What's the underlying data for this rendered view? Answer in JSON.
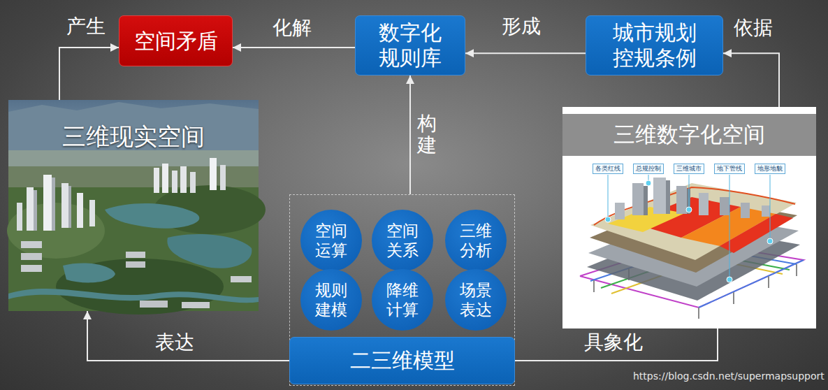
{
  "diagram": {
    "nodes": [
      {
        "text": [
          "空间矛盾"
        ]
      },
      {
        "text": [
          "数字化 规则库"
        ]
      },
      {
        "text": [
          "城市规划 控规条例"
        ]
      },
      {
        "text": [
          "三维现实空间"
        ]
      },
      {
        "text": [
          "三维数字化空间"
        ]
      },
      {
        "text": []
      },
      {
        "text": [
          "空间 运算"
        ],
        "in": 5
      },
      {
        "text": [
          "空间 关系"
        ],
        "in": 5
      },
      {
        "text": [
          "三维 分析"
        ],
        "in": 5
      },
      {
        "text": [
          "规则 建模"
        ],
        "in": 5
      },
      {
        "text": [
          "降维 计算"
        ],
        "in": 5
      },
      {
        "text": [
          "场景 表达"
        ],
        "in": 5
      },
      {
        "text": [
          "二三维模型"
        ],
        "in": 5
      }
    ],
    "edges": [
      {
        "from": 3,
        "to": 0,
        "arrow": "to",
        "label": "产生"
      },
      {
        "from": 1,
        "to": 0,
        "arrow": "to",
        "label": "化解"
      },
      {
        "from": 2,
        "to": 1,
        "arrow": "to",
        "label": "形成"
      },
      {
        "from": 4,
        "to": 2,
        "arrow": "to",
        "label": "依据"
      },
      {
        "from": 5,
        "to": 1,
        "arrow": "to",
        "label": "构建"
      },
      {
        "from": 12,
        "to": 3,
        "arrow": "to",
        "label": "表达"
      },
      {
        "from": 12,
        "to": 4,
        "arrow": "none",
        "label": "具象化"
      }
    ],
    "labels": [
      "三维城市",
      "总规控制",
      "各类红线",
      "地下管线",
      "地形地貌",
      "https://blog.csdn.net/supermapsupport"
    ]
  }
}
